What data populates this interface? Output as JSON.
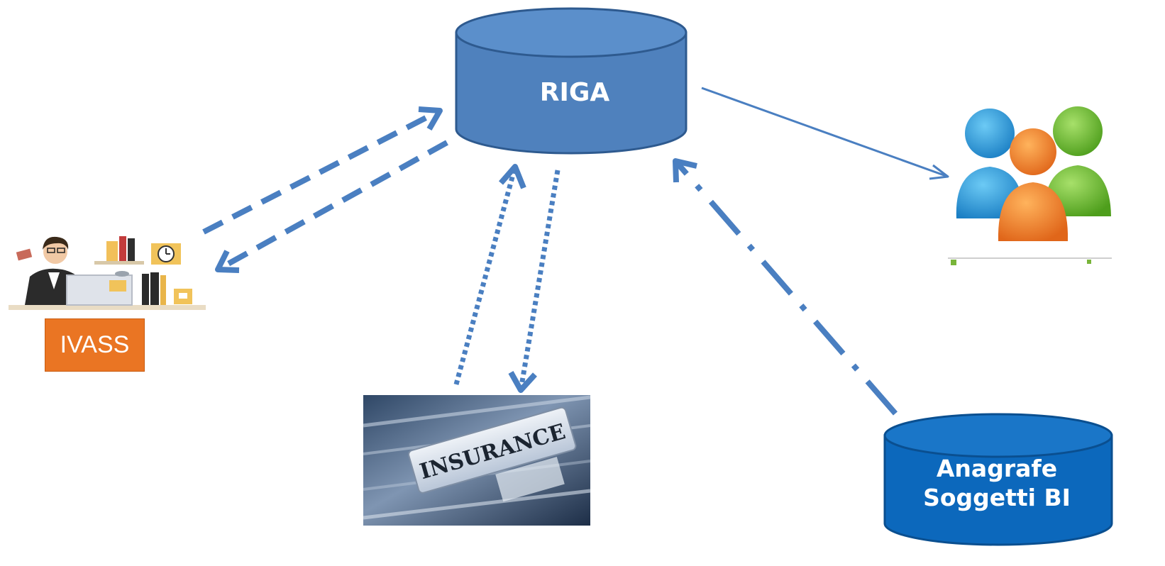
{
  "nodes": {
    "riga": {
      "label": "RIGA"
    },
    "ivass": {
      "label": "IVASS",
      "icon": "office-worker-illustration"
    },
    "insurance": {
      "icon": "insurance-folder-photo",
      "tab_text": "INSURANCE"
    },
    "users": {
      "icon": "user-group-icon"
    },
    "anagrafe": {
      "line1": "Anagrafe",
      "line2": "Soggetti BI"
    }
  },
  "connections": [
    {
      "from": "ivass",
      "to": "riga",
      "style": "dashed"
    },
    {
      "from": "riga",
      "to": "ivass",
      "style": "dashed"
    },
    {
      "from": "insurance",
      "to": "riga",
      "style": "dotted"
    },
    {
      "from": "riga",
      "to": "insurance",
      "style": "dotted"
    },
    {
      "from": "riga",
      "to": "users",
      "style": "solid"
    },
    {
      "from": "anagrafe",
      "to": "riga",
      "style": "dash-dot"
    }
  ],
  "colors": {
    "cylinder_fill": "#4f81bd",
    "cylinder_stroke": "#2e5a8f",
    "anagrafe_fill": "#0c68bc",
    "arrow": "#4a7fc1",
    "ivass_label_bg": "#ea7523"
  }
}
